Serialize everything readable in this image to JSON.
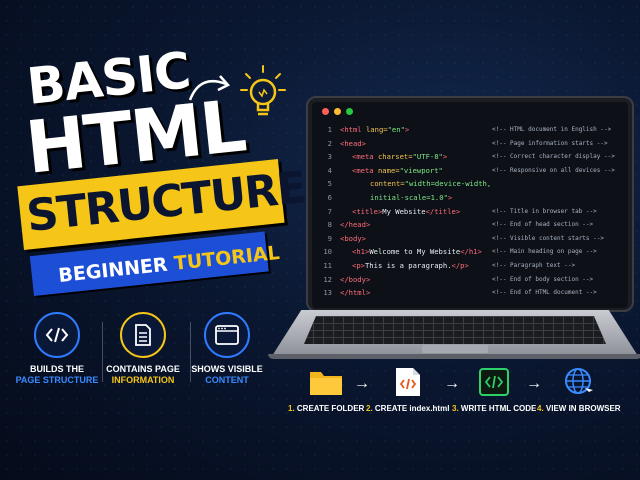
{
  "title": {
    "line1": "BASIC",
    "line2": "HTML",
    "line3": "STRUCTURE",
    "subtitle_word1": "BEGINNER",
    "subtitle_word2": "TUTORIAL"
  },
  "colors": {
    "accent_yellow": "#f5c518",
    "accent_blue": "#1d4fd6",
    "highlight_blue": "#3a8bff",
    "background": "#0a1730"
  },
  "features": [
    {
      "icon": "code-brackets-icon",
      "line1": "BUILDS THE",
      "line2": "PAGE STRUCTURE"
    },
    {
      "icon": "document-icon",
      "line1": "CONTAINS PAGE",
      "line2": "INFORMATION"
    },
    {
      "icon": "browser-window-icon",
      "line1": "SHOWS VISIBLE",
      "line2": "CONTENT"
    }
  ],
  "editor": {
    "window_dots": [
      "#ff5f57",
      "#febc2e",
      "#28c840"
    ],
    "lines": [
      {
        "n": "1",
        "comment": "<!-- HTML document in English -->"
      },
      {
        "n": "2",
        "comment": "<!-- Page information starts -->"
      },
      {
        "n": "3",
        "comment": "<!-- Correct character display -->"
      },
      {
        "n": "4",
        "comment": "<!-- Responsive on all devices -->"
      },
      {
        "n": "5",
        "comment": ""
      },
      {
        "n": "6",
        "comment": ""
      },
      {
        "n": "7",
        "comment": "<!-- Title in browser tab -->"
      },
      {
        "n": "8",
        "comment": "<!-- End of head section -->"
      },
      {
        "n": "9",
        "comment": "<!-- Visible content starts -->"
      },
      {
        "n": "10",
        "comment": "<!-- Main heading on page -->"
      },
      {
        "n": "11",
        "comment": "<!-- Paragraph text -->"
      },
      {
        "n": "12",
        "comment": "<!-- End of body section -->"
      },
      {
        "n": "13",
        "comment": "<!-- End of HTML document -->"
      }
    ],
    "code": {
      "l1_tag": "<html",
      "l1_attr": " lang=",
      "l1_val": "\"en\"",
      "l1_end": ">",
      "l2_tag": "<head>",
      "l3_tag": "<meta",
      "l3_attr": " charset=",
      "l3_val": "\"UTF-8\"",
      "l3_end": ">",
      "l4_tag": "<meta",
      "l4_attr": " name=",
      "l4_val": "\"viewport\"",
      "l5_attr": "content=",
      "l5_val": "\"width=device-width,",
      "l6_val": "initial-scale=1.0\"",
      "l6_end": ">",
      "l7_tag1": "<title>",
      "l7_text": "My Website",
      "l7_tag2": "</title>",
      "l8_tag": "</head>",
      "l9_tag": "<body>",
      "l10_tag1": "<h1>",
      "l10_text": "Welcome to My Website",
      "l10_tag2": "</h1>",
      "l11_tag1": "<p>",
      "l11_text": "This is a paragraph.",
      "l11_tag2": "</p>",
      "l12_tag": "</body>",
      "l13_tag": "</html>"
    }
  },
  "steps": [
    {
      "num": "1.",
      "label": "CREATE FOLDER",
      "icon": "folder-icon"
    },
    {
      "num": "2.",
      "label": "CREATE index.html",
      "icon": "html-file-icon"
    },
    {
      "num": "3.",
      "label": "WRITE HTML CODE",
      "icon": "code-editor-icon"
    },
    {
      "num": "4.",
      "label": "VIEW IN BROWSER",
      "icon": "globe-icon"
    }
  ]
}
